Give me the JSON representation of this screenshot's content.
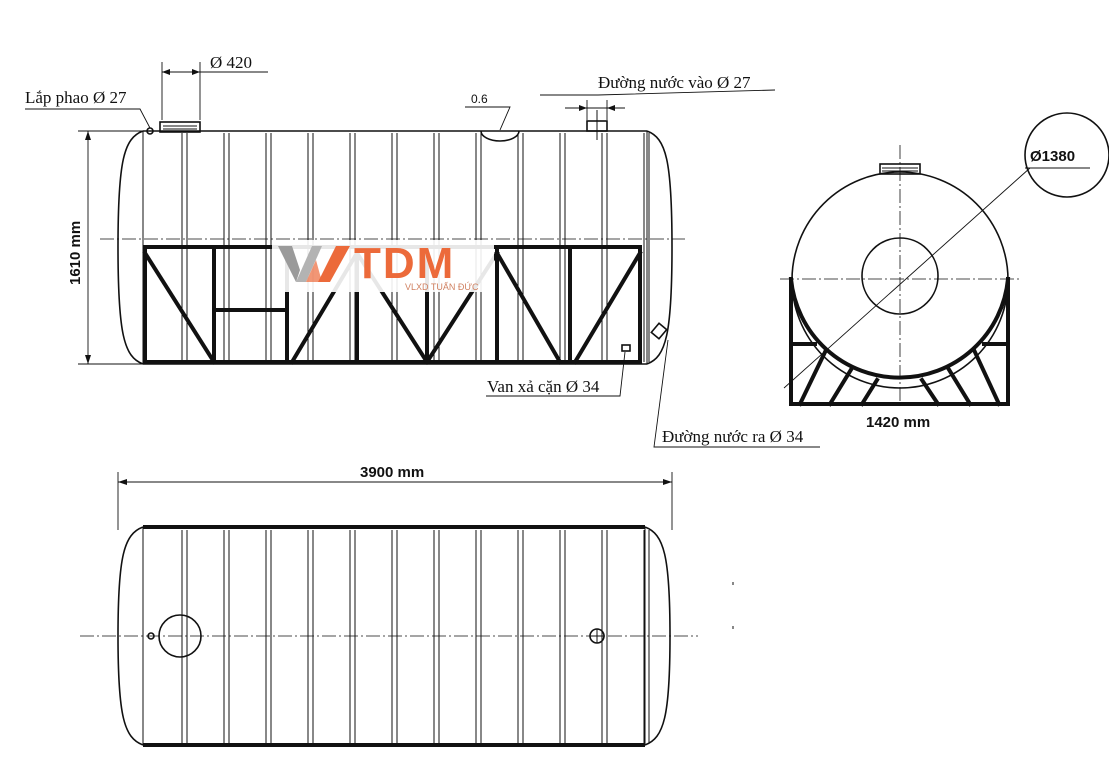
{
  "labels": {
    "lap_phao": "Lắp phao Ø 27",
    "manhole_dia": "Ø 420",
    "vent": "0.6",
    "duong_nuoc_vao": "Đường nước vào Ø 27",
    "height": "1610 mm",
    "van_xa_can": "Van xả cặn Ø 34",
    "duong_nuoc_ra": "Đường nước ra Ø 34",
    "end_dia": "Ø1380",
    "end_width": "1420 mm",
    "length": "3900 mm"
  },
  "logo": {
    "name": "TDM",
    "subtitle": "VLXD TUẤN ĐỨC",
    "colors": {
      "primary": "#ec6a3a",
      "secondary": "#8a8a8a"
    }
  }
}
